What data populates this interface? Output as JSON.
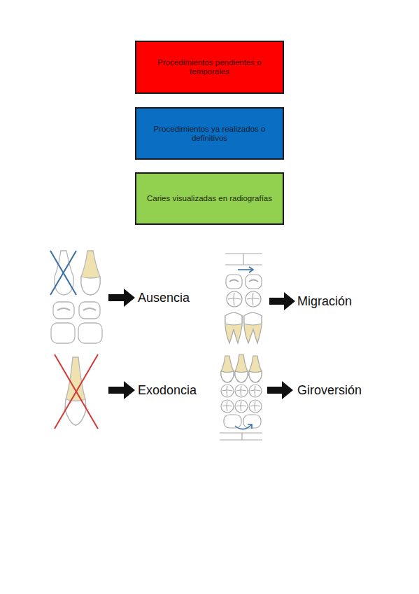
{
  "diagram": {
    "nodes": [
      {
        "text": [
          "Procedimientos pendientes o temporales"
        ]
      },
      {
        "text": [
          "Procedimientos ya realizados o definitivos"
        ]
      },
      {
        "text": [
          "Caries visualizadas en radiografías"
        ]
      }
    ],
    "labels": [
      "Ausencia",
      "Migración",
      "Exodoncia",
      "Giroversión"
    ]
  }
}
